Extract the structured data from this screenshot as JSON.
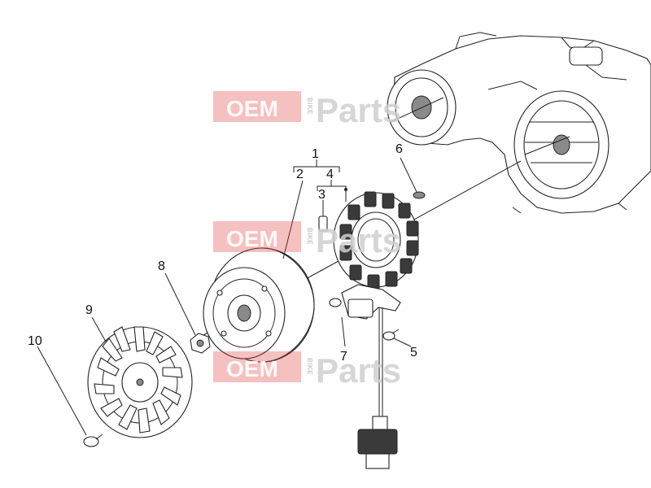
{
  "watermark": {
    "brand_oem": "OEM",
    "brand_bike": "BIKE",
    "brand_parts": "Parts",
    "brand_color": "#e03a3a"
  },
  "callouts": [
    {
      "id": "1",
      "text": "1"
    },
    {
      "id": "2",
      "text": "2"
    },
    {
      "id": "3",
      "text": "3"
    },
    {
      "id": "4",
      "text": "4"
    },
    {
      "id": "5",
      "text": "5"
    },
    {
      "id": "6",
      "text": "6"
    },
    {
      "id": "7",
      "text": "7"
    },
    {
      "id": "8",
      "text": "8"
    },
    {
      "id": "9",
      "text": "9"
    },
    {
      "id": "10",
      "text": "10"
    }
  ]
}
